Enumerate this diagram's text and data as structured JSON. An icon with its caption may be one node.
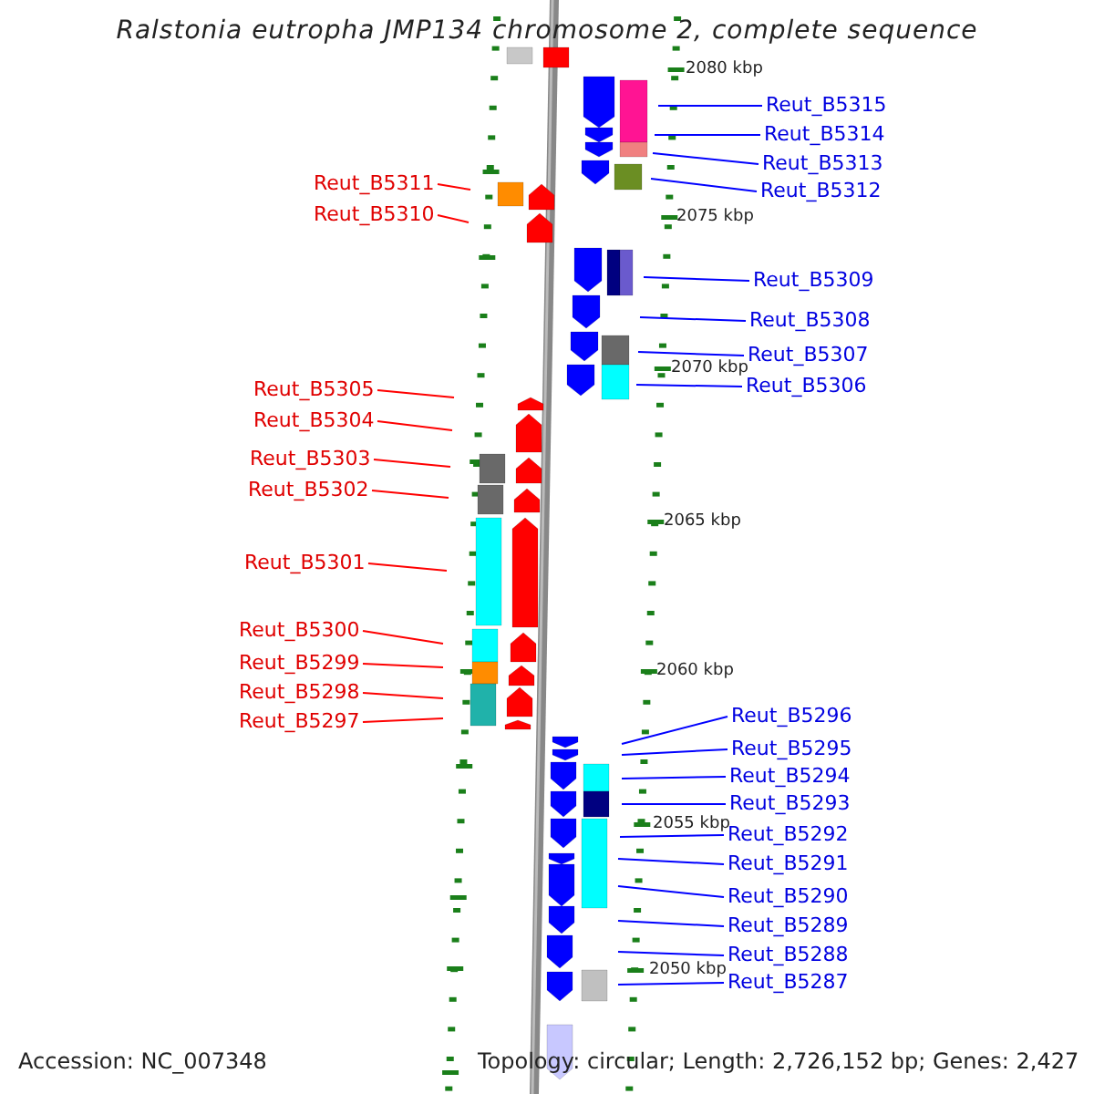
{
  "diagram": {
    "title": "Ralstonia eutropha JMP134 chromosome 2, complete sequence",
    "nodes": [
      {
        "text": [
          "Reut_B5315"
        ]
      },
      {
        "text": [
          "Reut_B5314"
        ]
      },
      {
        "text": [
          "Reut_B5313"
        ]
      },
      {
        "text": [
          "Reut_B5312"
        ]
      },
      {
        "text": [
          "Reut_B5311"
        ]
      },
      {
        "text": [
          "Reut_B5310"
        ]
      },
      {
        "text": [
          "Reut_B5309"
        ]
      },
      {
        "text": [
          "Reut_B5308"
        ]
      },
      {
        "text": [
          "Reut_B5307"
        ]
      },
      {
        "text": [
          "Reut_B5306"
        ]
      },
      {
        "text": [
          "Reut_B5305"
        ]
      },
      {
        "text": [
          "Reut_B5304"
        ]
      },
      {
        "text": [
          "Reut_B5303"
        ]
      },
      {
        "text": [
          "Reut_B5302"
        ]
      },
      {
        "text": [
          "Reut_B5301"
        ]
      },
      {
        "text": [
          "Reut_B5300"
        ]
      },
      {
        "text": [
          "Reut_B5299"
        ]
      },
      {
        "text": [
          "Reut_B5298"
        ]
      },
      {
        "text": [
          "Reut_B5297"
        ]
      },
      {
        "text": [
          "Reut_B5296"
        ]
      },
      {
        "text": [
          "Reut_B5295"
        ]
      },
      {
        "text": [
          "Reut_B5294"
        ]
      },
      {
        "text": [
          "Reut_B5293"
        ]
      },
      {
        "text": [
          "Reut_B5292"
        ]
      },
      {
        "text": [
          "Reut_B5291"
        ]
      },
      {
        "text": [
          "Reut_B5290"
        ]
      },
      {
        "text": [
          "Reut_B5289"
        ]
      },
      {
        "text": [
          "Reut_B5288"
        ]
      },
      {
        "text": [
          "Reut_B5287"
        ]
      }
    ],
    "edges": [
      {
        "from": 0,
        "to": null,
        "arrow": "none"
      },
      {
        "from": 1,
        "to": null,
        "arrow": "none"
      },
      {
        "from": 2,
        "to": null,
        "arrow": "none"
      },
      {
        "from": 3,
        "to": null,
        "arrow": "none"
      },
      {
        "from": 4,
        "to": null,
        "arrow": "none",
        "color": "#ff0000"
      },
      {
        "from": 5,
        "to": null,
        "arrow": "none",
        "color": "#ff0000"
      },
      {
        "from": 6,
        "to": null,
        "arrow": "none"
      },
      {
        "from": 7,
        "to": null,
        "arrow": "none"
      },
      {
        "from": 8,
        "to": null,
        "arrow": "none"
      },
      {
        "from": 9,
        "to": null,
        "arrow": "none"
      },
      {
        "from": 10,
        "to": null,
        "arrow": "none",
        "color": "#ff0000"
      },
      {
        "from": 11,
        "to": null,
        "arrow": "none",
        "color": "#ff0000"
      },
      {
        "from": 12,
        "to": null,
        "arrow": "none",
        "color": "#ff0000"
      },
      {
        "from": 13,
        "to": null,
        "arrow": "none",
        "color": "#ff0000"
      },
      {
        "from": 14,
        "to": null,
        "arrow": "none",
        "color": "#ff0000"
      },
      {
        "from": 15,
        "to": null,
        "arrow": "none",
        "color": "#ff0000"
      },
      {
        "from": 16,
        "to": null,
        "arrow": "none",
        "color": "#ff0000"
      },
      {
        "from": 17,
        "to": null,
        "arrow": "none",
        "color": "#ff0000"
      },
      {
        "from": 18,
        "to": null,
        "arrow": "none",
        "color": "#ff0000"
      },
      {
        "from": 19,
        "to": null,
        "arrow": "none"
      },
      {
        "from": 20,
        "to": null,
        "arrow": "none"
      },
      {
        "from": 21,
        "to": null,
        "arrow": "none"
      },
      {
        "from": 22,
        "to": null,
        "arrow": "none"
      },
      {
        "from": 23,
        "to": null,
        "arrow": "none"
      },
      {
        "from": 24,
        "to": null,
        "arrow": "none"
      },
      {
        "from": 25,
        "to": null,
        "arrow": "none"
      },
      {
        "from": 26,
        "to": null,
        "arrow": "none"
      },
      {
        "from": 27,
        "to": null,
        "arrow": "none"
      },
      {
        "from": 28,
        "to": null,
        "arrow": "none"
      }
    ],
    "labels": [
      "2080 kbp",
      "2075 kbp",
      "2070 kbp",
      "2065 kbp",
      "2060 kbp",
      "2055 kbp",
      "2050 kbp",
      "Accession: NC_007348",
      "Topology: circular; Length: 2,726,152 bp; Genes: 2,427"
    ]
  }
}
